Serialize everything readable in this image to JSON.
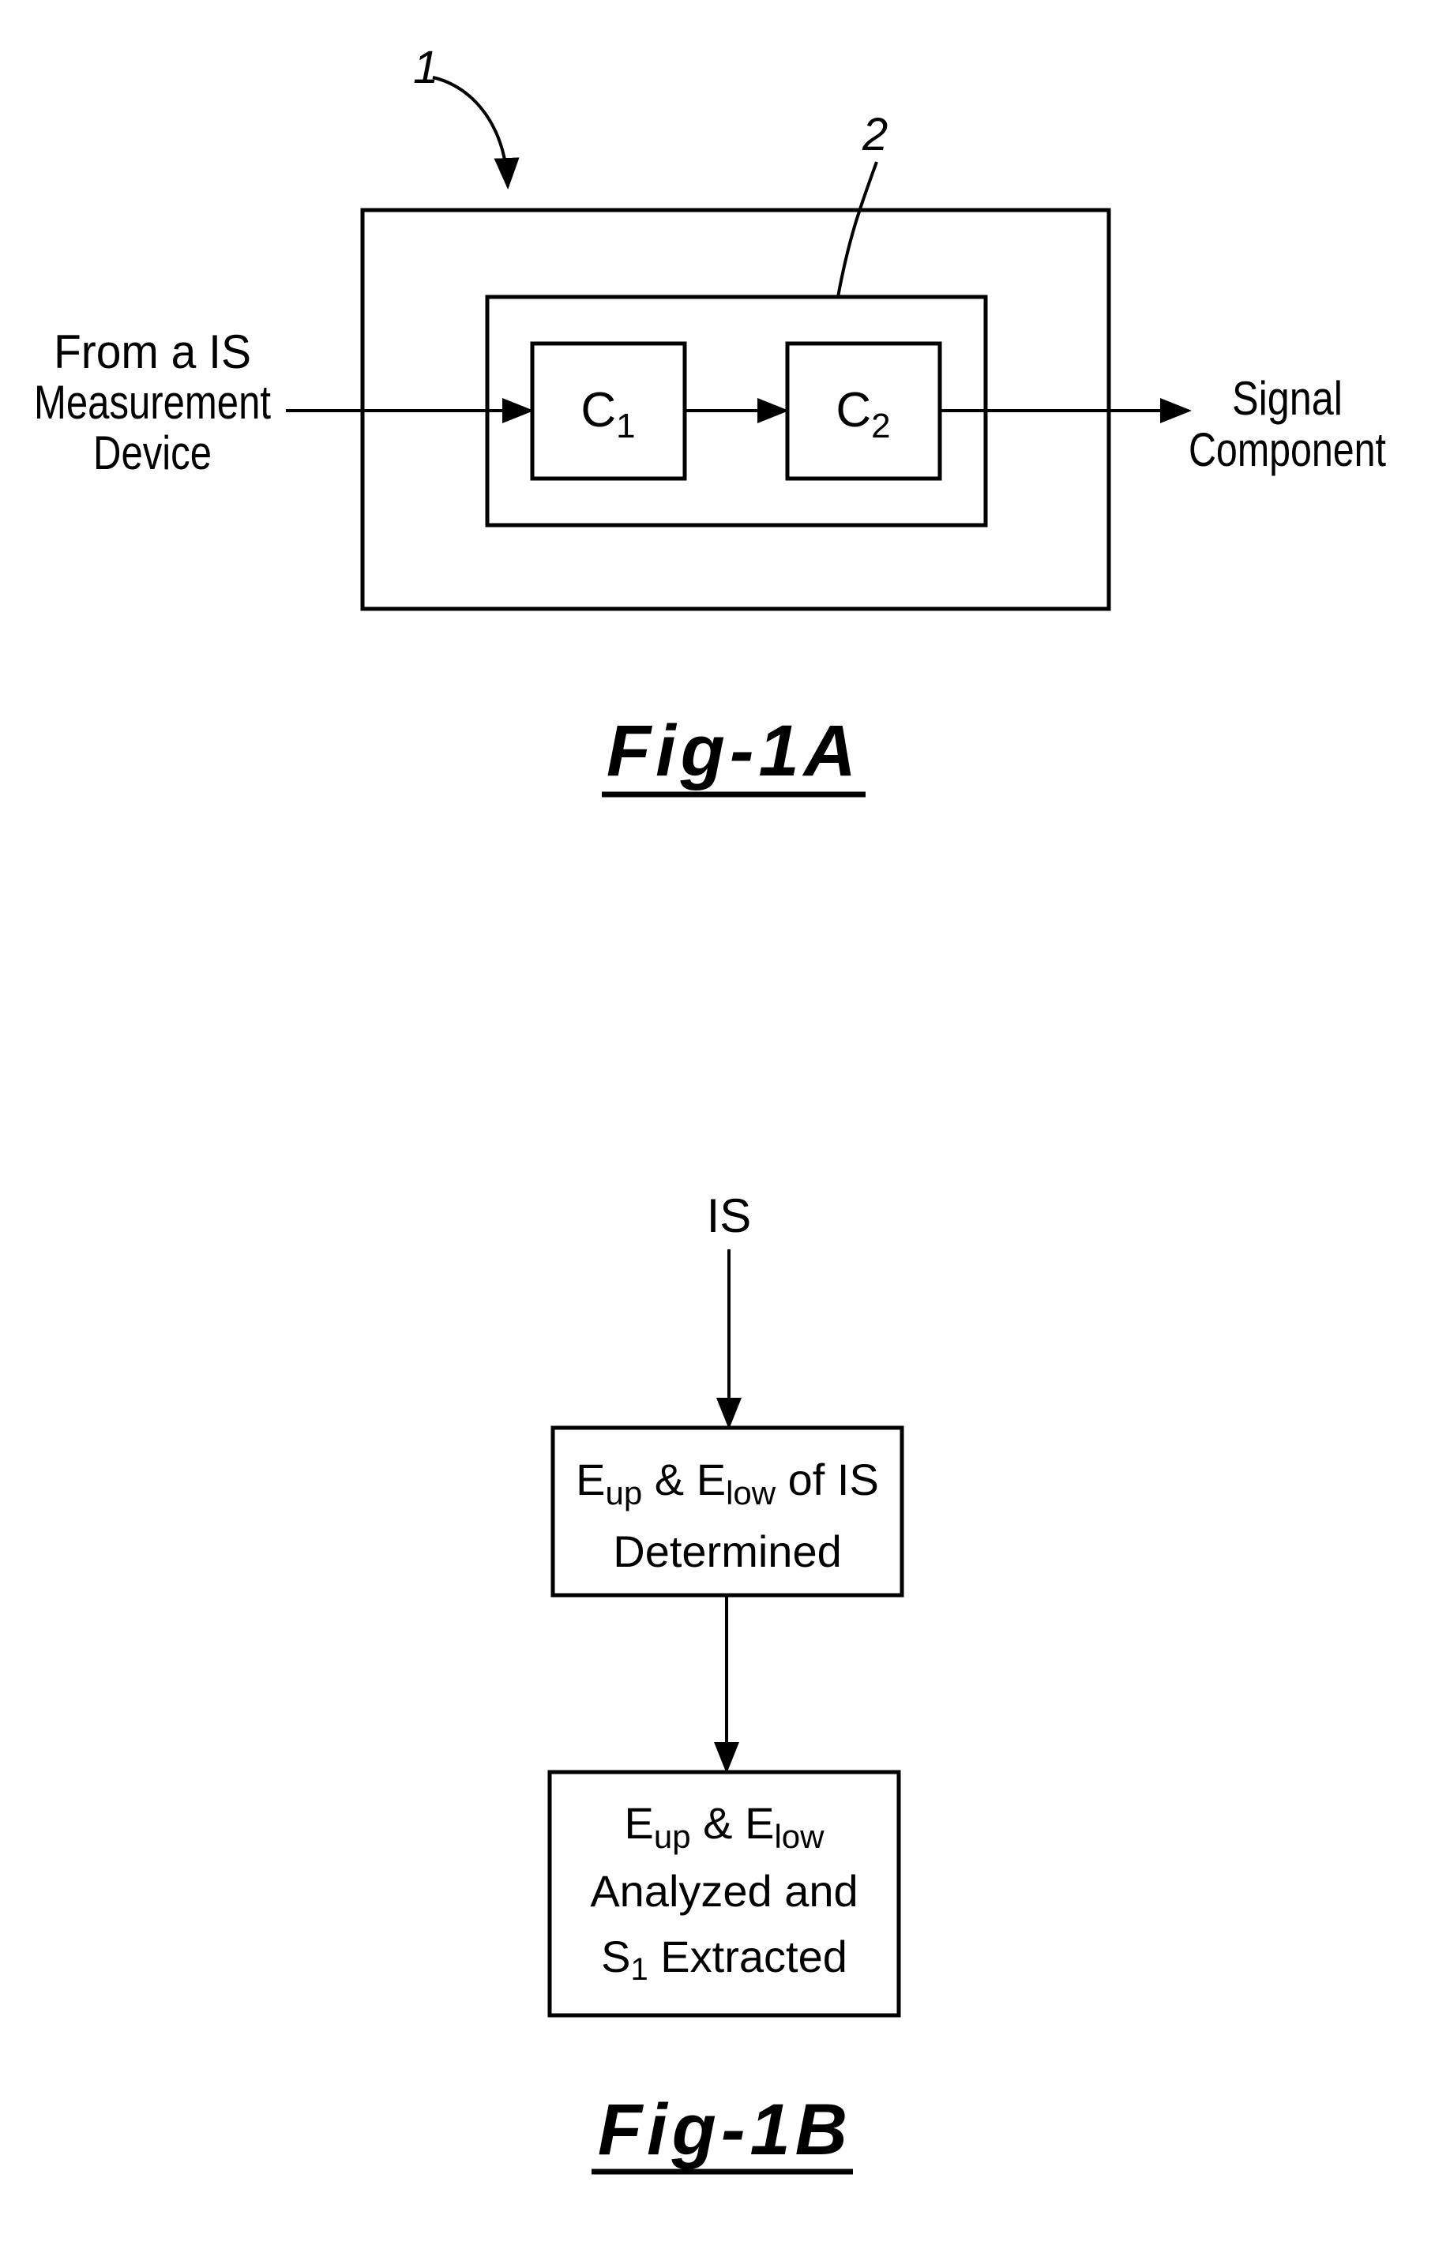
{
  "fig1a": {
    "ref_outer": "1",
    "ref_inner": "2",
    "input_label": [
      "From a IS",
      "Measurement",
      "Device"
    ],
    "c1": {
      "base": "C",
      "sub": "1"
    },
    "c2": {
      "base": "C",
      "sub": "2"
    },
    "output_label": [
      "Signal",
      "Component"
    ],
    "caption": "Fig-1A"
  },
  "fig1b": {
    "input": "IS",
    "step1": {
      "line1": {
        "e1": "E",
        "e1_sub": "up",
        "amp": " & ",
        "e2": "E",
        "e2_sub": "low",
        "tail": " of IS"
      },
      "line2": "Determined"
    },
    "step2": {
      "line1": {
        "e1": "E",
        "e1_sub": "up",
        "amp": " & ",
        "e2": "E",
        "e2_sub": "low"
      },
      "line2": "Analyzed and",
      "line3": {
        "s": "S",
        "s_sub": "1",
        "tail": " Extracted"
      }
    },
    "caption": "Fig-1B"
  }
}
